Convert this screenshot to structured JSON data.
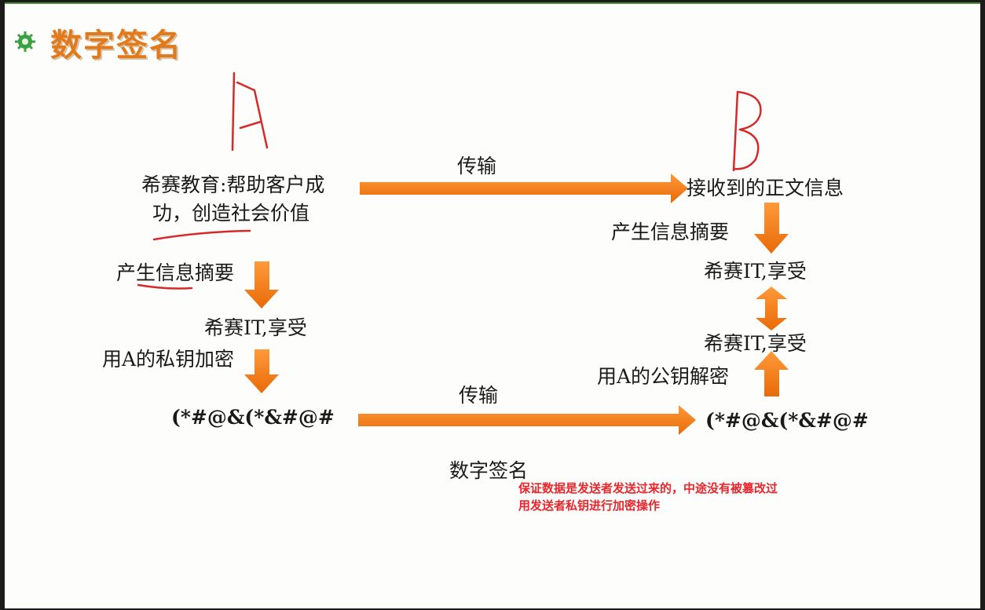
{
  "title": "数字签名",
  "handwritten": {
    "sender": "A",
    "receiver": "B"
  },
  "sender": {
    "plaintext_line1": "希赛教育:帮助客户成",
    "plaintext_line2": "功，创造社会价值",
    "step_digest": "产生信息摘要",
    "digest": "希赛IT,享受",
    "step_encrypt": "用A的私钥加密",
    "ciphertext": "(*#@&(*&#@#"
  },
  "transfer": {
    "label_top": "传输",
    "label_bottom": "传输"
  },
  "receiver": {
    "received": "接收到的正文信息",
    "step_digest": "产生信息摘要",
    "digest_computed": "希赛IT,享受",
    "digest_decrypted": "希赛IT,享受",
    "step_decrypt": "用A的公钥解密",
    "ciphertext": "(*#@&(*&#@#"
  },
  "caption": "数字签名",
  "annotation": {
    "line1": "保证数据是发送者发送过来的，中途没有被篡改过",
    "line2": "用发送者私钥进行加密操作"
  },
  "colors": {
    "arrow": "#f07a14",
    "title": "#e27a1c",
    "handwriting": "#d42a2a",
    "annotation": "#e8262c"
  }
}
